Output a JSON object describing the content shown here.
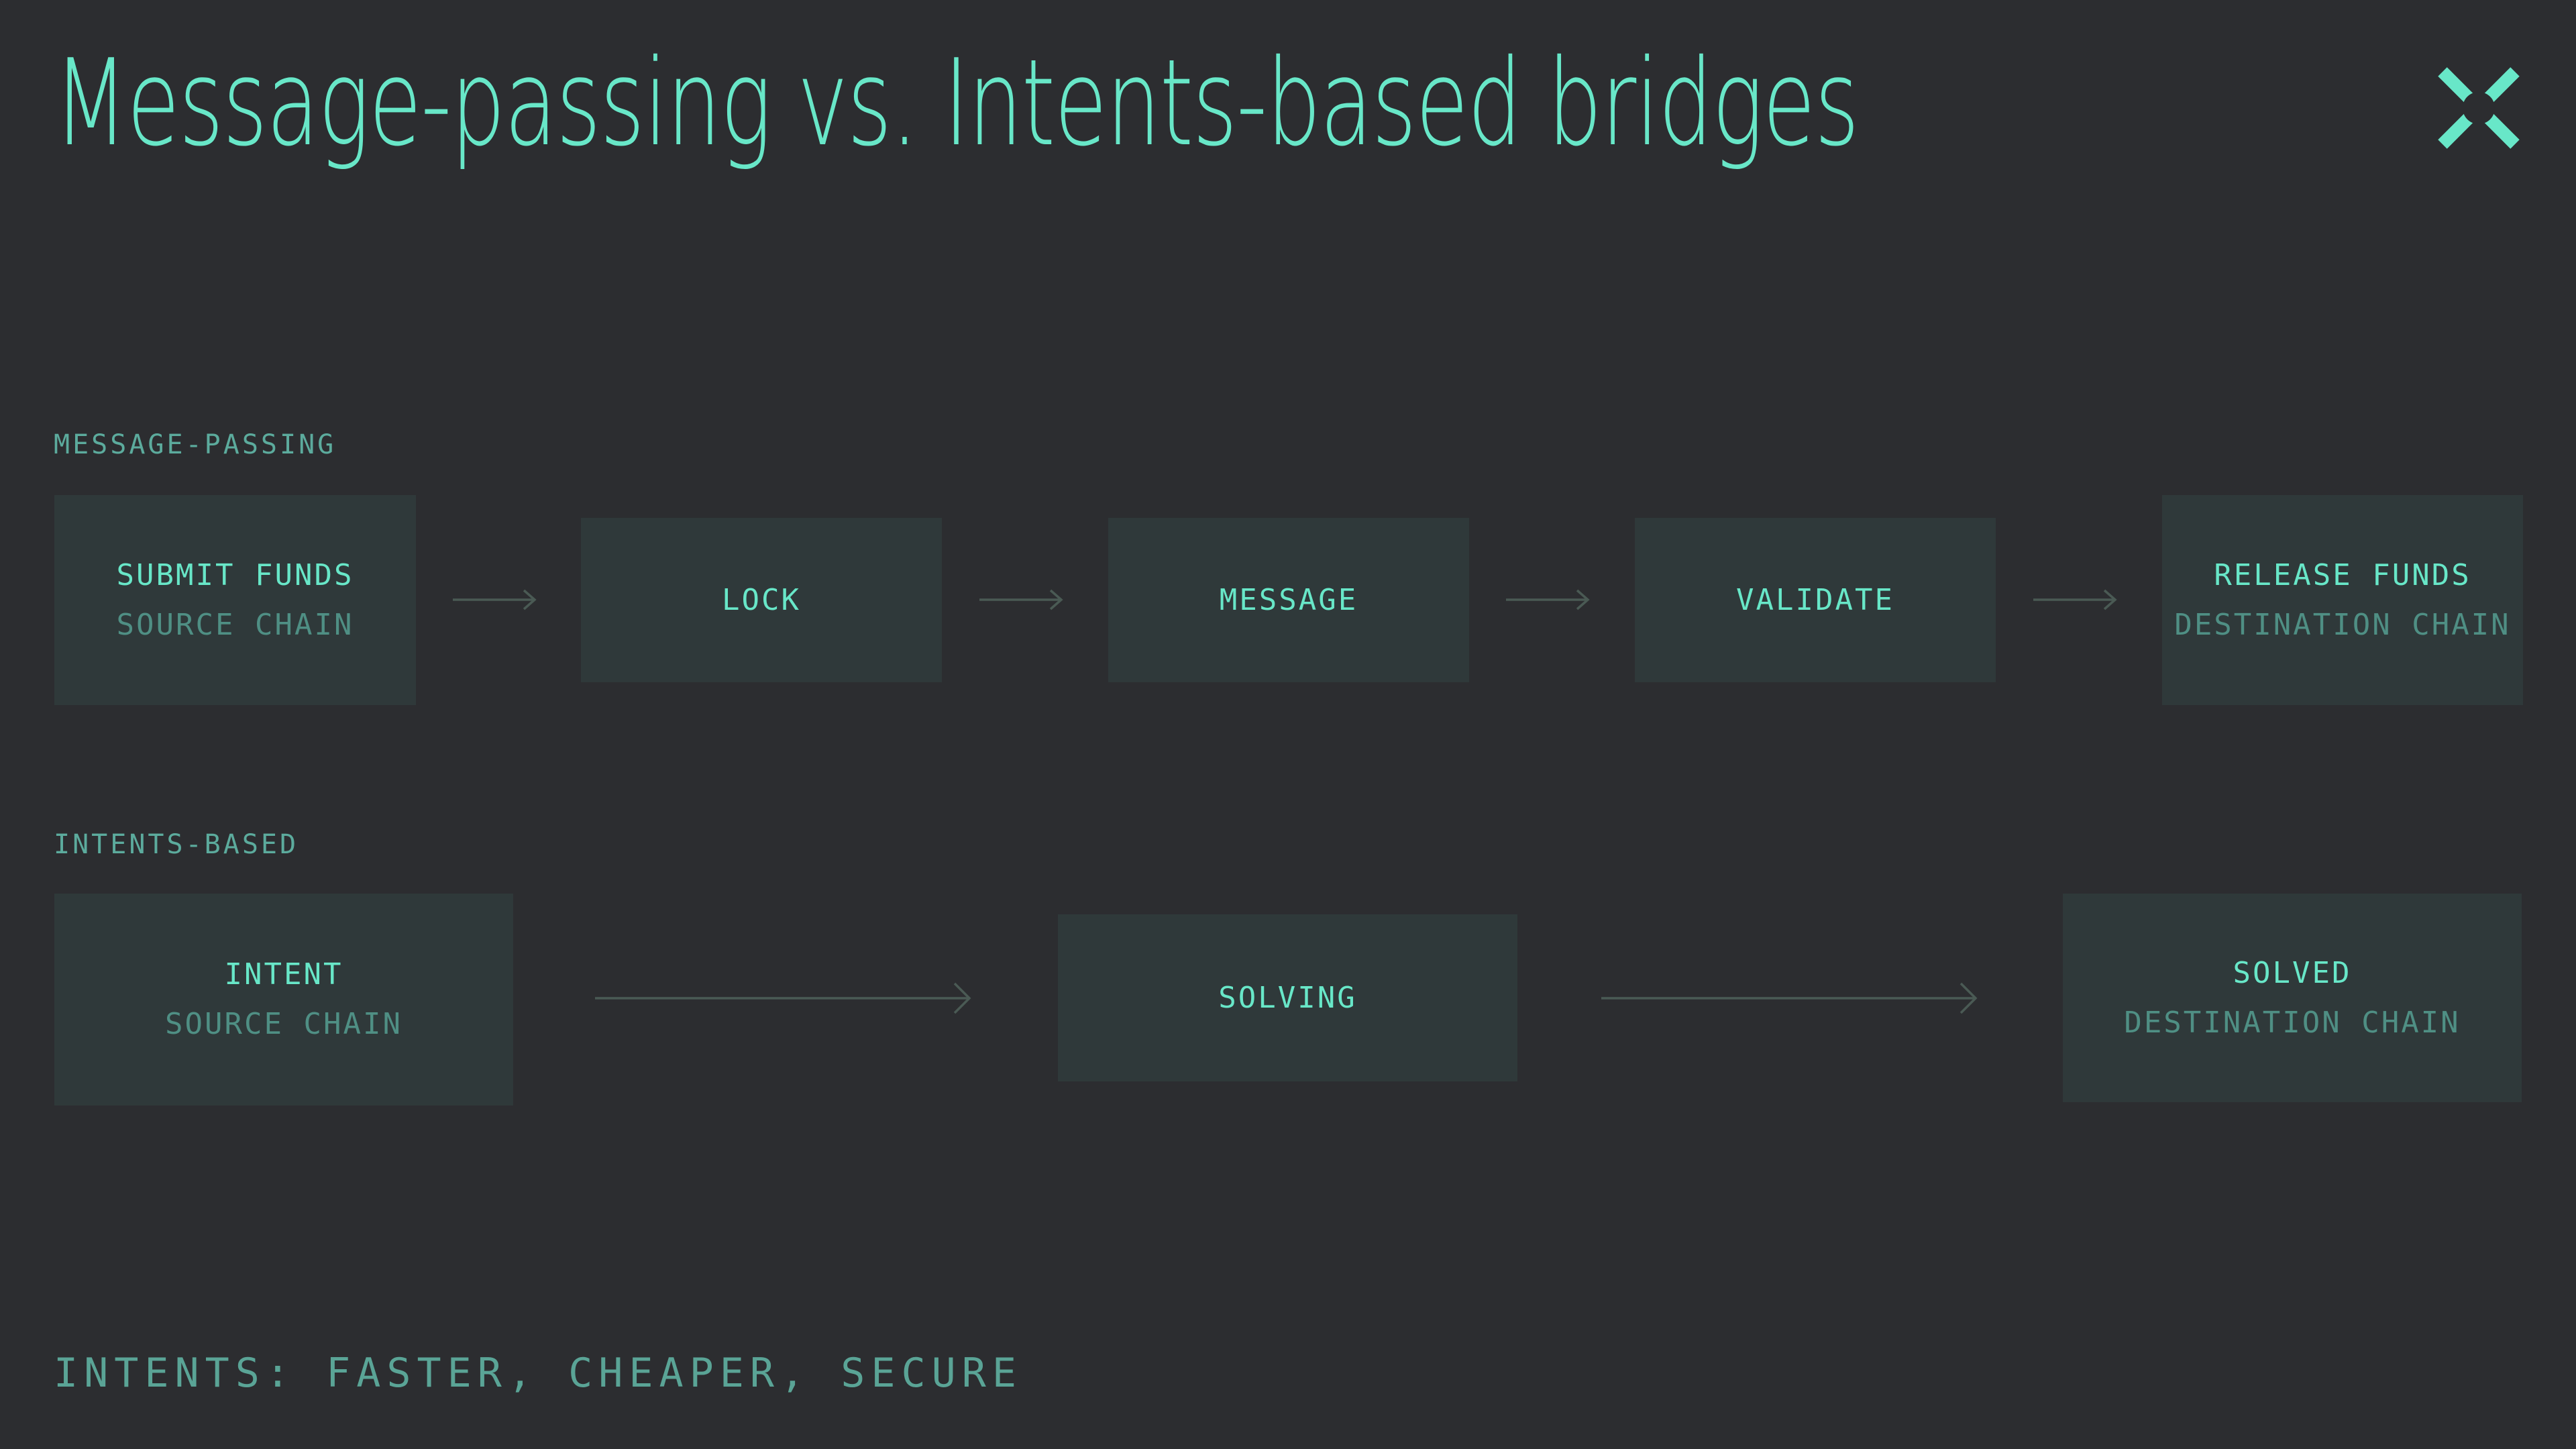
{
  "header": {
    "title": "Message-passing vs. Intents-based bridges"
  },
  "logo": {
    "icon": "x-cross-logo"
  },
  "colors": {
    "bg": "#2c2d30",
    "box": "#2f393a",
    "mint": "#68e7c8",
    "teal-label": "#5cab9d",
    "teal-sub": "#4f8f84",
    "teal-tagline": "#5aa496",
    "arrow": "#4a5a54"
  },
  "sections": [
    {
      "label": "MESSAGE-PASSING",
      "steps": [
        {
          "label": "SUBMIT FUNDS",
          "sublabel": "SOURCE CHAIN"
        },
        {
          "label": "LOCK",
          "sublabel": ""
        },
        {
          "label": "MESSAGE",
          "sublabel": ""
        },
        {
          "label": "VALIDATE",
          "sublabel": ""
        },
        {
          "label": "RELEASE FUNDS",
          "sublabel": "DESTINATION CHAIN"
        }
      ]
    },
    {
      "label": "INTENTS-BASED",
      "steps": [
        {
          "label": "INTENT",
          "sublabel": "SOURCE CHAIN"
        },
        {
          "label": "SOLVING",
          "sublabel": ""
        },
        {
          "label": "SOLVED",
          "sublabel": "DESTINATION CHAIN"
        }
      ]
    }
  ],
  "footer": {
    "tagline": "INTENTS: FASTER, CHEAPER, SECURE"
  }
}
